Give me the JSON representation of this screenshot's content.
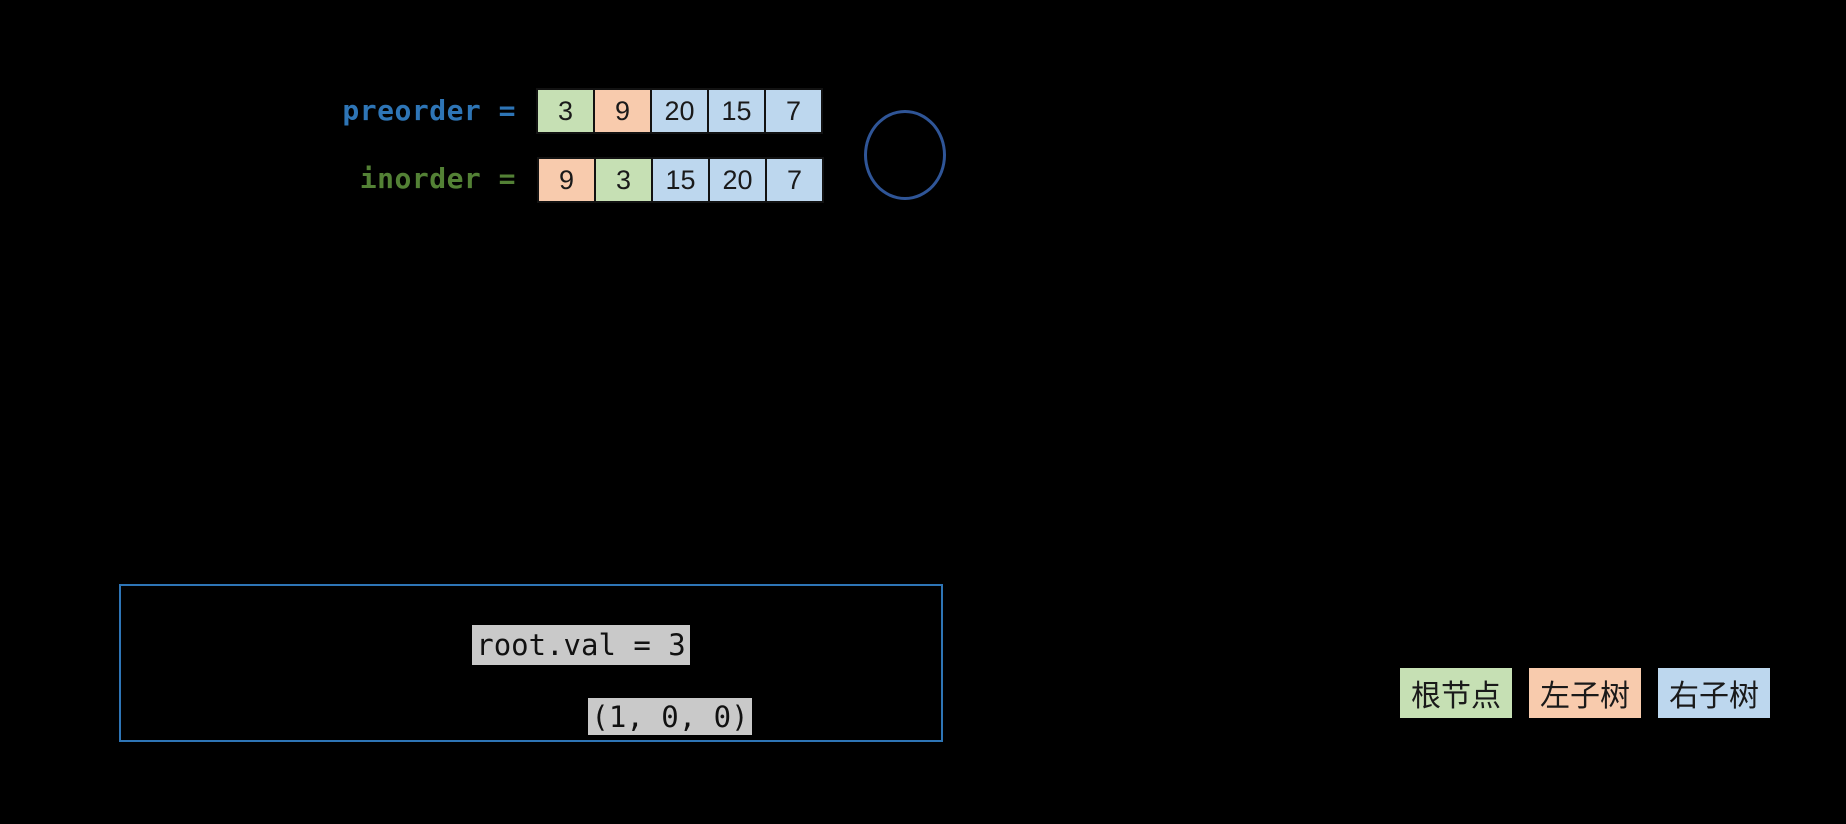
{
  "colors": {
    "root": "#c6e0b4",
    "left": "#f8cbad",
    "right": "#bdd7ee",
    "preorder_label": "#2e75b6",
    "inorder_label": "#538135",
    "circle_stroke": "#2f5597",
    "box_border": "#2e75b6",
    "code_highlight": "#c9c9c9"
  },
  "arrays": {
    "preorder": {
      "label": "preorder =",
      "cells": [
        {
          "value": "3",
          "role": "root"
        },
        {
          "value": "9",
          "role": "left"
        },
        {
          "value": "20",
          "role": "right"
        },
        {
          "value": "15",
          "role": "right"
        },
        {
          "value": "7",
          "role": "right"
        }
      ]
    },
    "inorder": {
      "label": "inorder =",
      "cells": [
        {
          "value": "9",
          "role": "left"
        },
        {
          "value": "3",
          "role": "root"
        },
        {
          "value": "15",
          "role": "right"
        },
        {
          "value": "20",
          "role": "right"
        },
        {
          "value": "7",
          "role": "right"
        }
      ]
    }
  },
  "annotation_box": {
    "line1": "root.val = 3",
    "line2": "(1, 0, 0)"
  },
  "legend": [
    {
      "label": "根节点",
      "role": "root"
    },
    {
      "label": "左子树",
      "role": "left"
    },
    {
      "label": "右子树",
      "role": "right"
    }
  ]
}
